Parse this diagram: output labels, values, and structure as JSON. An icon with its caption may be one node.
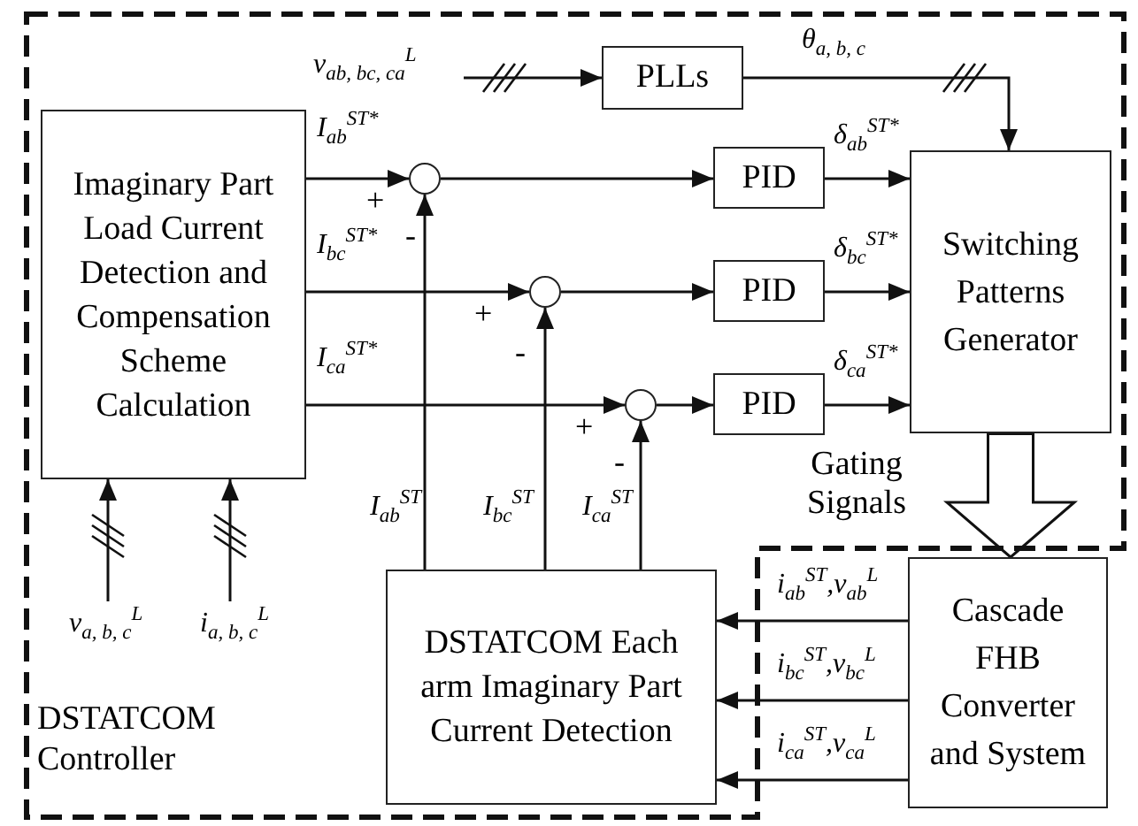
{
  "diagram": {
    "nodes": [
      {
        "text": [
          "DSTATCOM Controller"
        ]
      },
      {
        "text": [
          "Imaginary Part Load Current Detection and Compensation Scheme Calculation"
        ],
        "in": 0
      },
      {
        "text": [
          "PLLs"
        ],
        "in": 0
      },
      {
        "text": [],
        "shape": "circle",
        "in": 0
      },
      {
        "text": [],
        "shape": "circle",
        "in": 0
      },
      {
        "text": [],
        "shape": "circle",
        "in": 0
      },
      {
        "text": [
          "PID"
        ],
        "in": 0
      },
      {
        "text": [
          "PID"
        ],
        "in": 0
      },
      {
        "text": [
          "PID"
        ],
        "in": 0
      },
      {
        "text": [
          "Switching Patterns Generator"
        ],
        "in": 0
      },
      {
        "text": [
          "DSTATCOM Each arm Imaginary Part Current Detection"
        ],
        "in": 0
      },
      {
        "text": [
          "Cascade FHB Converter and System"
        ]
      }
    ],
    "edges": [
      {
        "from": null,
        "to": 2,
        "arrow": "to",
        "label": "v$_{ab, bc, ca}$$^{L}$"
      },
      {
        "from": 2,
        "to": 9,
        "arrow": "to",
        "label": "θ$_{a, b, c}$"
      },
      {
        "from": 1,
        "to": 3,
        "arrow": "to",
        "label": "I$_{ab}$$^{ST*}$"
      },
      {
        "from": 1,
        "to": 4,
        "arrow": "to",
        "label": "I$_{bc}$$^{ST*}$"
      },
      {
        "from": 1,
        "to": 5,
        "arrow": "to",
        "label": "I$_{ca}$$^{ST*}$"
      },
      {
        "from": 3,
        "to": 6,
        "arrow": "to"
      },
      {
        "from": 4,
        "to": 7,
        "arrow": "to"
      },
      {
        "from": 5,
        "to": 8,
        "arrow": "to"
      },
      {
        "from": 6,
        "to": 9,
        "arrow": "to",
        "label": "δ$_{ab}$$^{ST*}$"
      },
      {
        "from": 7,
        "to": 9,
        "arrow": "to",
        "label": "δ$_{bc}$$^{ST*}$"
      },
      {
        "from": 8,
        "to": 9,
        "arrow": "to",
        "label": "δ$_{ca}$$^{ST*}$"
      },
      {
        "from": 10,
        "to": 3,
        "arrow": "to",
        "label": "I$_{ab}$$^{ST}$"
      },
      {
        "from": 10,
        "to": 4,
        "arrow": "to",
        "label": "I$_{bc}$$^{ST}$"
      },
      {
        "from": 10,
        "to": 5,
        "arrow": "to",
        "label": "I$_{ca}$$^{ST}$"
      },
      {
        "from": 9,
        "to": 11,
        "arrow": "to",
        "label": "Gating Signals",
        "style": "thick"
      },
      {
        "from": 11,
        "to": 10,
        "arrow": "to",
        "label": "i$_{ab}$$^{ST}$,v$_{ab}$$^{L}$"
      },
      {
        "from": 11,
        "to": 10,
        "arrow": "to",
        "label": "i$_{bc}$$^{ST}$,v$_{bc}$$^{L}$"
      },
      {
        "from": 11,
        "to": 10,
        "arrow": "to",
        "label": "i$_{ca}$$^{ST}$,v$_{ca}$$^{L}$"
      },
      {
        "from": null,
        "to": 1,
        "arrow": "to",
        "label": "v$_{a, b, c}$$^{L}$"
      },
      {
        "from": null,
        "to": 1,
        "arrow": "to",
        "label": "i$_{a, b, c}$$^{L}$"
      }
    ],
    "labels": [
      "+",
      "-",
      "+",
      "-",
      "+",
      "-"
    ]
  }
}
